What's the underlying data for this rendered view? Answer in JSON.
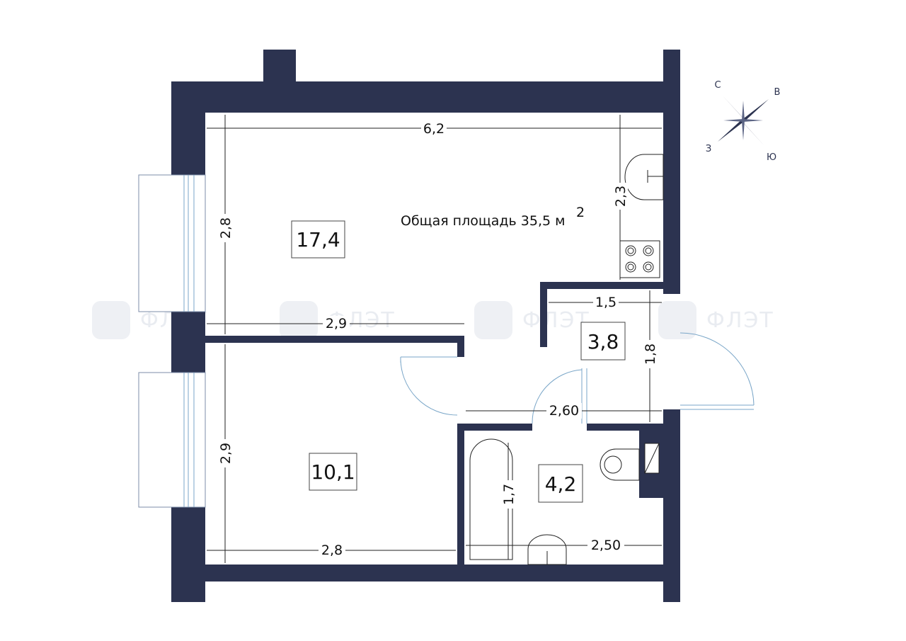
{
  "plan": {
    "total_area_label": "Общая площадь 35,5 м",
    "total_area_sup": "2",
    "rooms": [
      {
        "id": "living-room",
        "area": "17,4"
      },
      {
        "id": "bedroom",
        "area": "10,1"
      },
      {
        "id": "hallway",
        "area": "3,8"
      },
      {
        "id": "bathroom",
        "area": "4,2"
      }
    ],
    "dimensions": [
      {
        "id": "living-width",
        "value": "6,2"
      },
      {
        "id": "living-height",
        "value": "2,8"
      },
      {
        "id": "kitchen-height",
        "value": "2,3"
      },
      {
        "id": "living-lower-width",
        "value": "2,9"
      },
      {
        "id": "hall-width",
        "value": "1,5"
      },
      {
        "id": "hall-height",
        "value": "1,8"
      },
      {
        "id": "bedroom-height",
        "value": "2,9"
      },
      {
        "id": "bedroom-width",
        "value": "2,8"
      },
      {
        "id": "corridor-width",
        "value": "2,60"
      },
      {
        "id": "bath-height",
        "value": "1,7"
      },
      {
        "id": "bath-width",
        "value": "2,50"
      }
    ],
    "compass": {
      "north": "С",
      "east": "В",
      "south": "Ю",
      "west": "З"
    },
    "watermark": "ФЛЭТ",
    "colors": {
      "wall": "#2c3350",
      "window": "#7aa6c8"
    }
  }
}
